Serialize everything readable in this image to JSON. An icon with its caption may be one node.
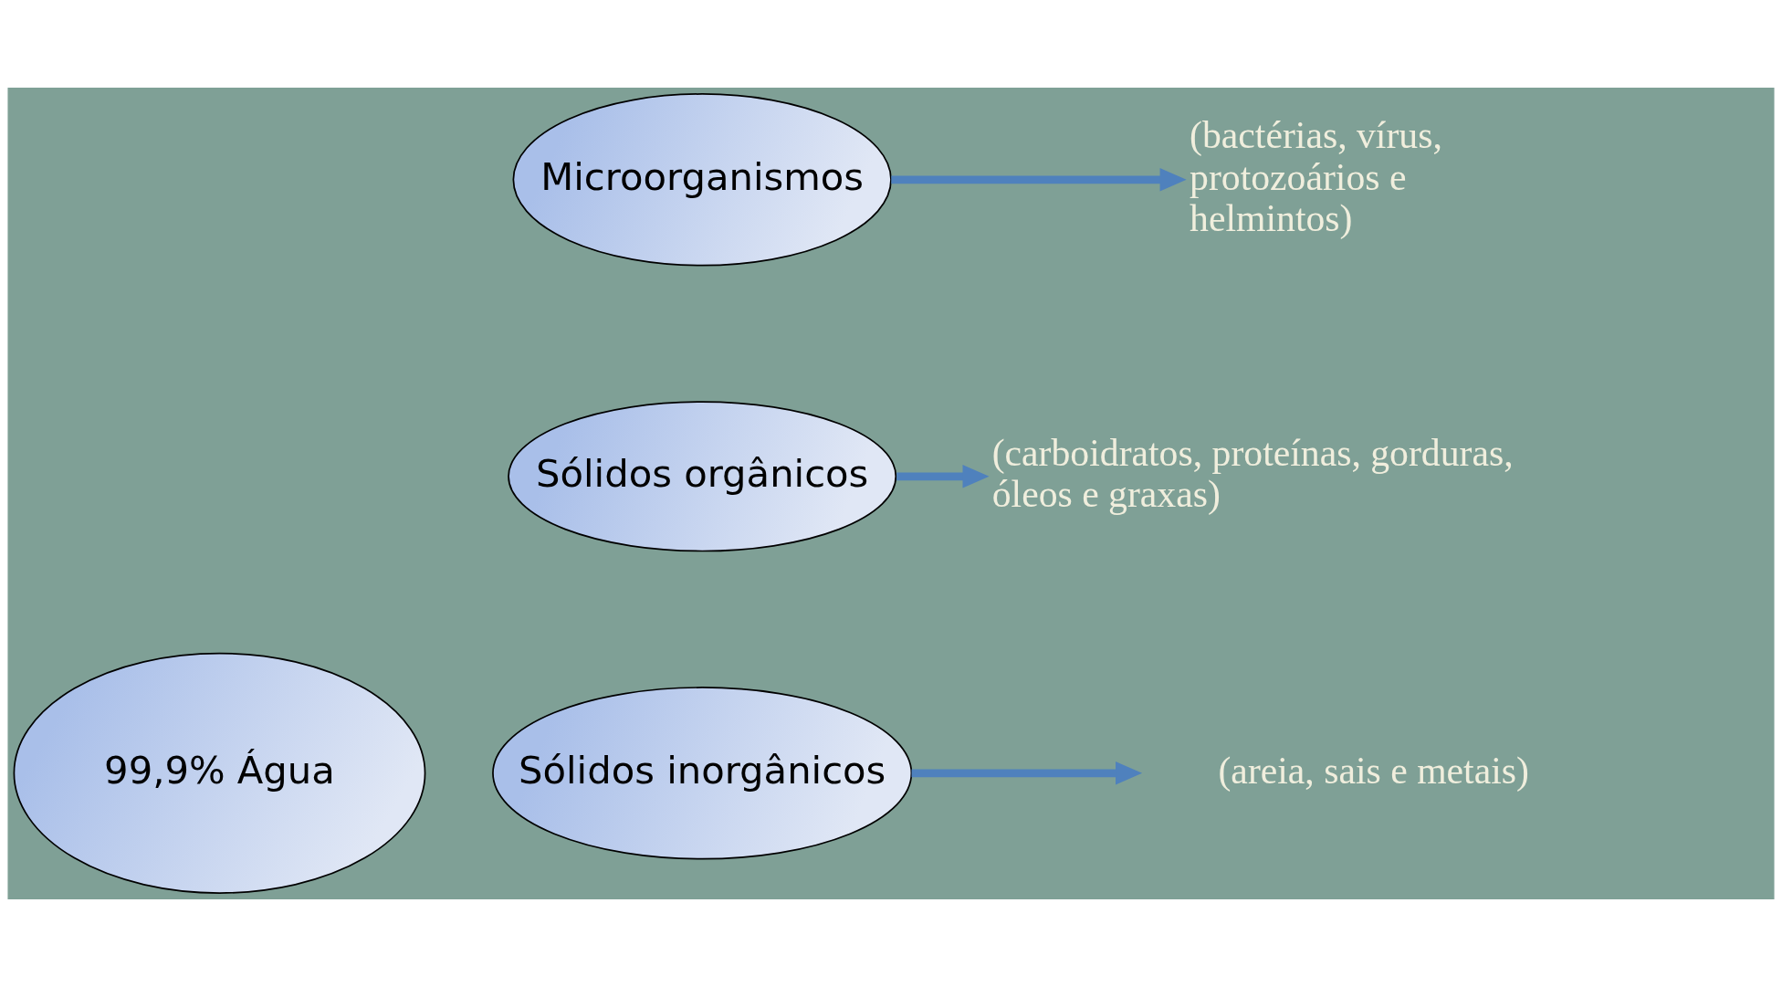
{
  "diagram": {
    "nodes": [
      {
        "text": [
          "99,9% Água"
        ]
      },
      {
        "text": [
          "Sólidos orgânicos"
        ]
      },
      {
        "text": [
          "(carboidratos, proteínas, gorduras, óleos e graxas)"
        ]
      },
      {
        "text": [
          "Sólidos inorgânicos"
        ]
      },
      {
        "text": [
          "(areia, sais e metais)"
        ]
      },
      {
        "text": [
          "Microorganismos"
        ]
      },
      {
        "text": [
          "(bactérias, vírus, protozoários e helmintos)"
        ]
      }
    ],
    "edges": [
      {
        "from": 1,
        "to": 2,
        "arrow": "to"
      },
      {
        "from": 3,
        "to": 4,
        "arrow": "to"
      },
      {
        "from": 5,
        "to": 6,
        "arrow": "to"
      }
    ]
  }
}
